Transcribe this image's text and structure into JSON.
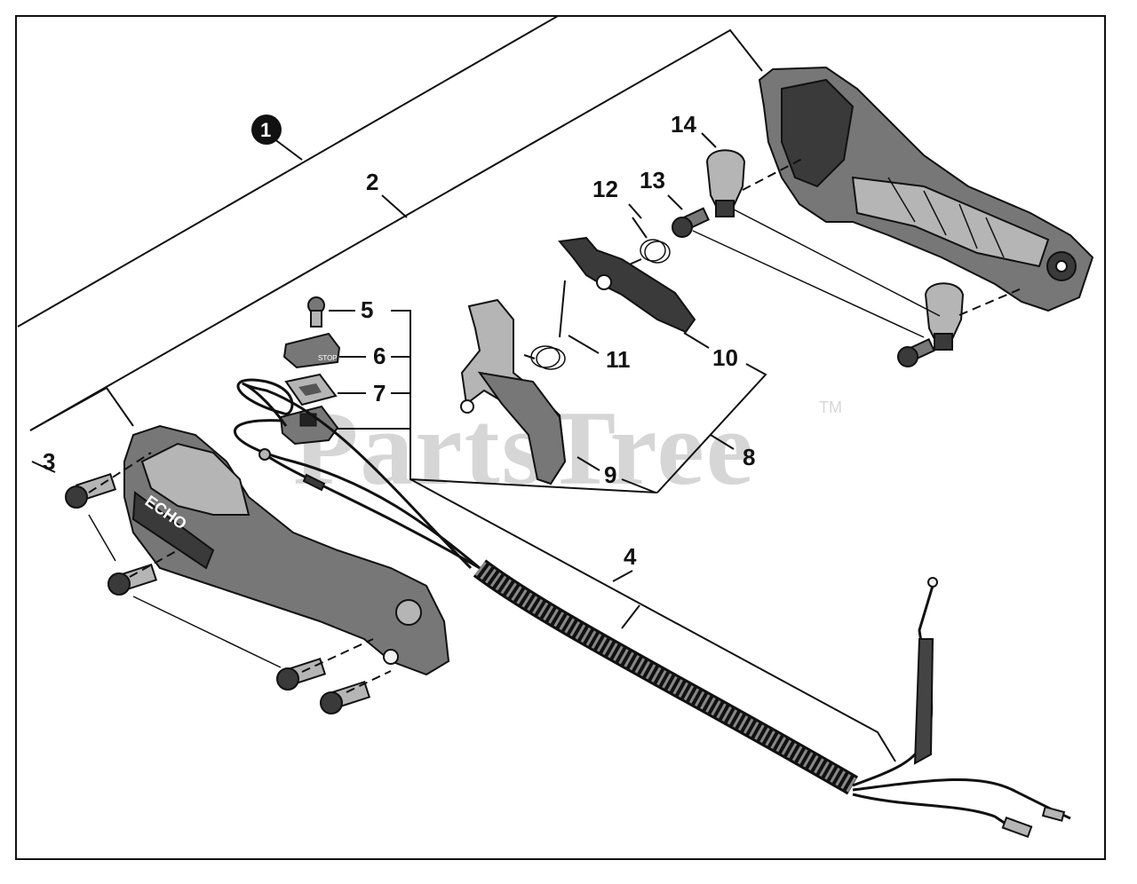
{
  "watermark": {
    "text": "PartsTree",
    "trademark": "TM"
  },
  "assembly": {
    "main_label": "1"
  },
  "parts": [
    {
      "ref": "2"
    },
    {
      "ref": "3"
    },
    {
      "ref": "4"
    },
    {
      "ref": "5"
    },
    {
      "ref": "6"
    },
    {
      "ref": "7"
    },
    {
      "ref": "8"
    },
    {
      "ref": "9"
    },
    {
      "ref": "10"
    },
    {
      "ref": "11"
    },
    {
      "ref": "12"
    },
    {
      "ref": "13"
    },
    {
      "ref": "14"
    }
  ],
  "components": {
    "handle_right": "handle-half-right",
    "handle_left": "handle-half-left",
    "brand_mark": "ECHO",
    "switch_text": "STOP",
    "throttle_cable": "throttle-cable-assembly",
    "throttle_trigger": "throttle-trigger",
    "lockout_lever": "lockout-lever",
    "torsion_spring": "torsion-spring",
    "spring_small": "spring",
    "bolt": "bolt",
    "clamp": "clamp"
  },
  "colors": {
    "line": "#111111",
    "part_dark": "#3a3a3a",
    "part_mid": "#777777",
    "part_light": "#b5b5b5",
    "watermark": "#d6d6d6"
  }
}
